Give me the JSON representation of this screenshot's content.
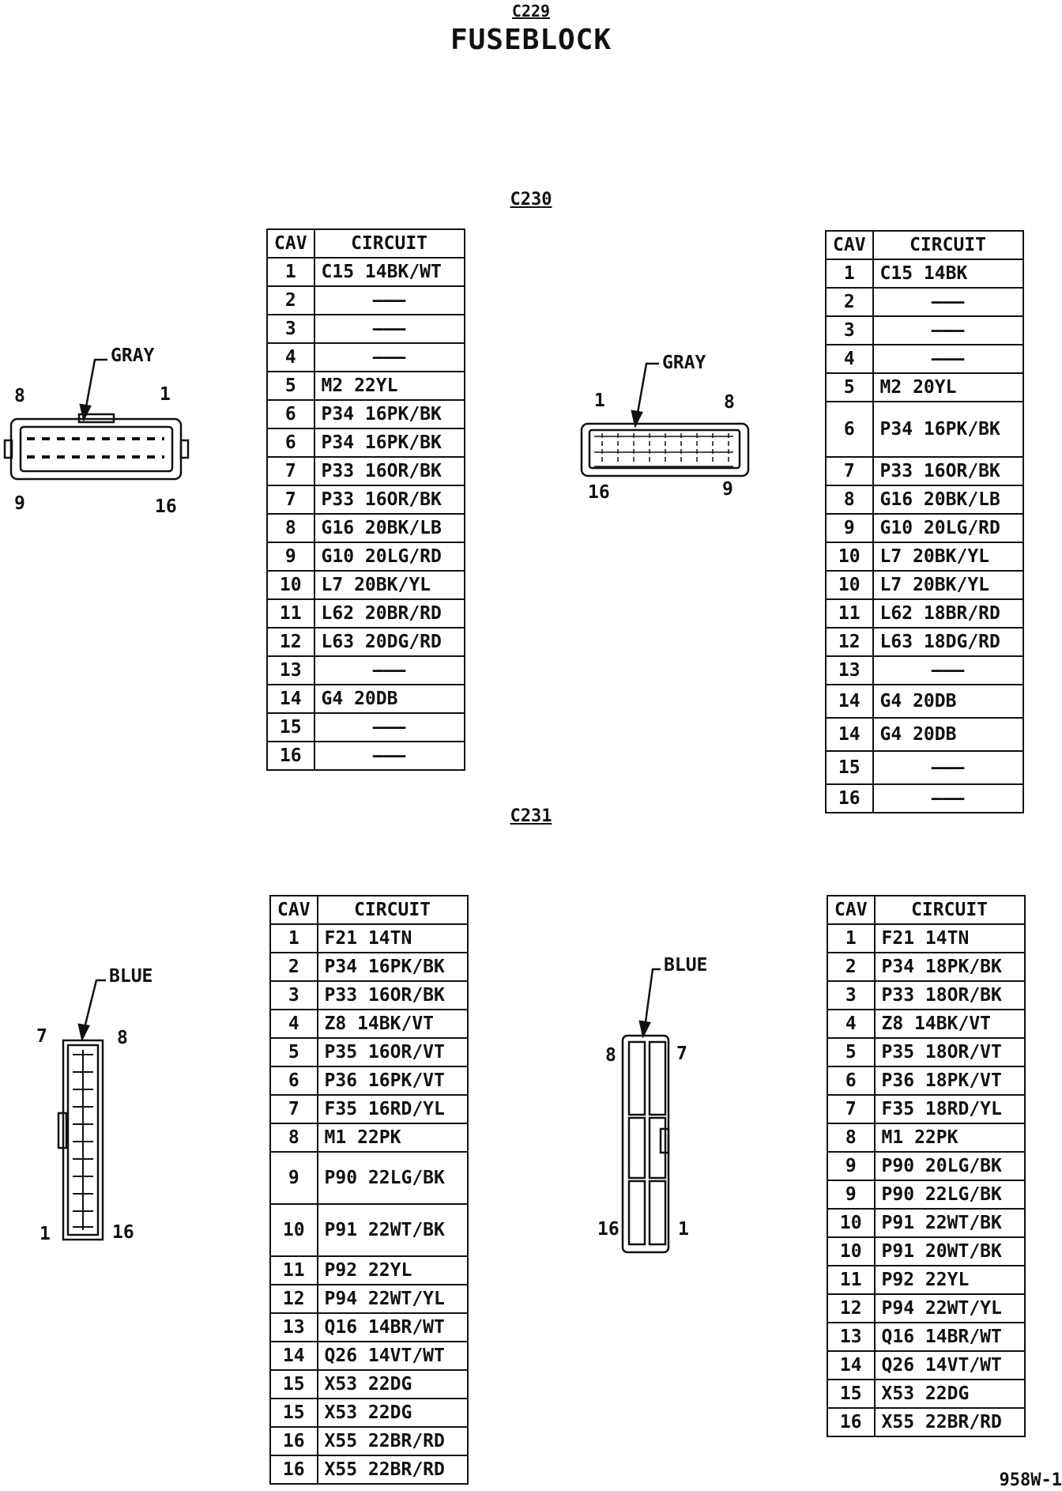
{
  "header": {
    "connector_id": "C229",
    "title": "FUSEBLOCK",
    "section_c230": "C230",
    "section_c231": "C231",
    "footer_code": "958W-1"
  },
  "columns": {
    "cav": "CAV",
    "circuit": "CIRCUIT"
  },
  "dash": "———",
  "connectors": {
    "c230_left": {
      "color": "GRAY",
      "pins": [
        "8",
        "1",
        "9",
        "16"
      ]
    },
    "c230_right": {
      "color": "GRAY",
      "pins": [
        "1",
        "8",
        "16",
        "9"
      ]
    },
    "c231_left": {
      "color": "BLUE",
      "pins": [
        "7",
        "8",
        "1",
        "16"
      ]
    },
    "c231_right": {
      "color": "BLUE",
      "pins": [
        "8",
        "7",
        "16",
        "1"
      ]
    }
  },
  "tables": {
    "c230_left": [
      {
        "cav": "1",
        "circuit": "C15 14BK/WT"
      },
      {
        "cav": "2",
        "circuit": ""
      },
      {
        "cav": "3",
        "circuit": ""
      },
      {
        "cav": "4",
        "circuit": ""
      },
      {
        "cav": "5",
        "circuit": "M2 22YL"
      },
      {
        "cav": "6",
        "circuit": "P34 16PK/BK"
      },
      {
        "cav": "6",
        "circuit": "P34 16PK/BK"
      },
      {
        "cav": "7",
        "circuit": "P33 16OR/BK"
      },
      {
        "cav": "7",
        "circuit": "P33 16OR/BK"
      },
      {
        "cav": "8",
        "circuit": "G16 20BK/LB"
      },
      {
        "cav": "9",
        "circuit": "G10 20LG/RD"
      },
      {
        "cav": "10",
        "circuit": "L7 20BK/YL"
      },
      {
        "cav": "11",
        "circuit": "L62 20BR/RD"
      },
      {
        "cav": "12",
        "circuit": "L63 20DG/RD"
      },
      {
        "cav": "13",
        "circuit": ""
      },
      {
        "cav": "14",
        "circuit": "G4 20DB"
      },
      {
        "cav": "15",
        "circuit": ""
      },
      {
        "cav": "16",
        "circuit": ""
      }
    ],
    "c230_right": [
      {
        "cav": "1",
        "circuit": "C15 14BK"
      },
      {
        "cav": "2",
        "circuit": ""
      },
      {
        "cav": "3",
        "circuit": ""
      },
      {
        "cav": "4",
        "circuit": ""
      },
      {
        "cav": "5",
        "circuit": "M2 20YL"
      },
      {
        "cav": "6",
        "circuit": "P34 16PK/BK"
      },
      {
        "cav": "7",
        "circuit": "P33 16OR/BK"
      },
      {
        "cav": "8",
        "circuit": "G16 20BK/LB"
      },
      {
        "cav": "9",
        "circuit": "G10 20LG/RD"
      },
      {
        "cav": "10",
        "circuit": "L7 20BK/YL"
      },
      {
        "cav": "10",
        "circuit": "L7 20BK/YL"
      },
      {
        "cav": "11",
        "circuit": "L62 18BR/RD"
      },
      {
        "cav": "12",
        "circuit": "L63 18DG/RD"
      },
      {
        "cav": "13",
        "circuit": ""
      },
      {
        "cav": "14",
        "circuit": "G4 20DB"
      },
      {
        "cav": "14",
        "circuit": "G4 20DB"
      },
      {
        "cav": "15",
        "circuit": ""
      },
      {
        "cav": "16",
        "circuit": ""
      }
    ],
    "c231_left": [
      {
        "cav": "1",
        "circuit": "F21 14TN"
      },
      {
        "cav": "2",
        "circuit": "P34 16PK/BK"
      },
      {
        "cav": "3",
        "circuit": "P33 16OR/BK"
      },
      {
        "cav": "4",
        "circuit": "Z8 14BK/VT"
      },
      {
        "cav": "5",
        "circuit": "P35 16OR/VT"
      },
      {
        "cav": "6",
        "circuit": "P36 16PK/VT"
      },
      {
        "cav": "7",
        "circuit": "F35 16RD/YL"
      },
      {
        "cav": "8",
        "circuit": "M1 22PK"
      },
      {
        "cav": "9",
        "circuit": "P90 22LG/BK"
      },
      {
        "cav": "10",
        "circuit": "P91 22WT/BK"
      },
      {
        "cav": "11",
        "circuit": "P92 22YL"
      },
      {
        "cav": "12",
        "circuit": "P94 22WT/YL"
      },
      {
        "cav": "13",
        "circuit": "Q16 14BR/WT"
      },
      {
        "cav": "14",
        "circuit": "Q26 14VT/WT"
      },
      {
        "cav": "15",
        "circuit": "X53 22DG"
      },
      {
        "cav": "15",
        "circuit": "X53 22DG"
      },
      {
        "cav": "16",
        "circuit": "X55 22BR/RD"
      },
      {
        "cav": "16",
        "circuit": "X55 22BR/RD"
      }
    ],
    "c231_right": [
      {
        "cav": "1",
        "circuit": "F21 14TN"
      },
      {
        "cav": "2",
        "circuit": "P34 18PK/BK"
      },
      {
        "cav": "3",
        "circuit": "P33 18OR/BK"
      },
      {
        "cav": "4",
        "circuit": "Z8 14BK/VT"
      },
      {
        "cav": "5",
        "circuit": "P35 18OR/VT"
      },
      {
        "cav": "6",
        "circuit": "P36 18PK/VT"
      },
      {
        "cav": "7",
        "circuit": "F35 18RD/YL"
      },
      {
        "cav": "8",
        "circuit": "M1 22PK"
      },
      {
        "cav": "9",
        "circuit": "P90 20LG/BK"
      },
      {
        "cav": "9",
        "circuit": "P90 22LG/BK"
      },
      {
        "cav": "10",
        "circuit": "P91 22WT/BK"
      },
      {
        "cav": "10",
        "circuit": "P91 20WT/BK"
      },
      {
        "cav": "11",
        "circuit": "P92 22YL"
      },
      {
        "cav": "12",
        "circuit": "P94 22WT/YL"
      },
      {
        "cav": "13",
        "circuit": "Q16 14BR/WT"
      },
      {
        "cav": "14",
        "circuit": "Q26 14VT/WT"
      },
      {
        "cav": "15",
        "circuit": "X53 22DG"
      },
      {
        "cav": "16",
        "circuit": "X55 22BR/RD"
      }
    ]
  }
}
